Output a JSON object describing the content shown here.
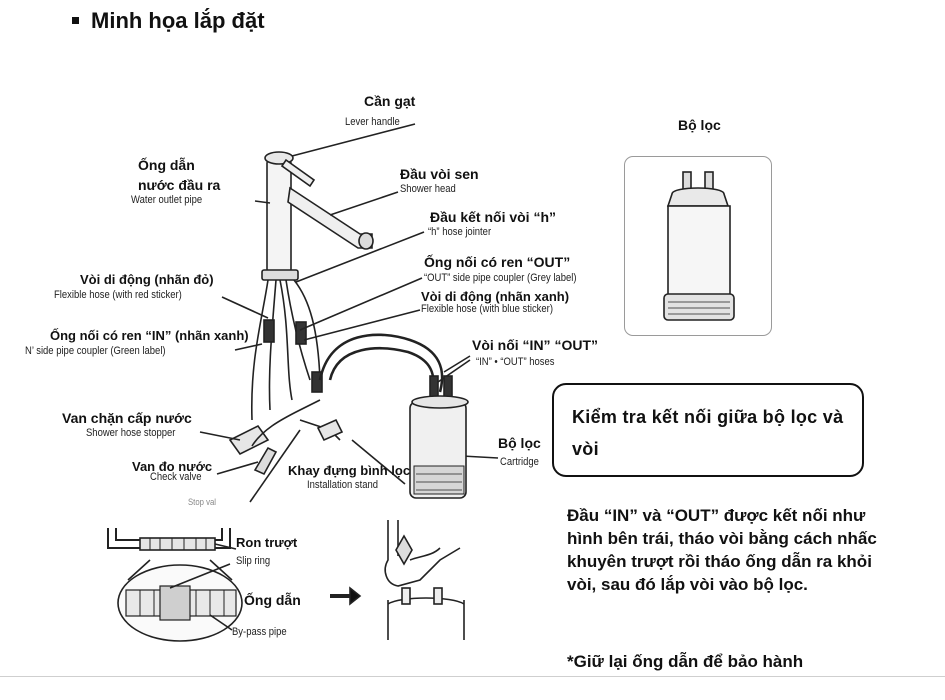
{
  "title": "Minh họa lắp đặt",
  "labels": {
    "lever_vn": "Cần gạt",
    "lever_en": "Lever handle",
    "outlet_vn_1": "Ống dẫn",
    "outlet_vn_2": "nước đầu ra",
    "outlet_en": "Water outlet pipe",
    "shower_vn": "Đầu vòi sen",
    "shower_en": "Shower head",
    "h_jointer_vn": "Đầu kết nối vòi “h”",
    "h_jointer_en": "“h” hose jointer",
    "out_coupler_vn": "Ống nối có ren “OUT”",
    "out_coupler_en": "“OUT” side pipe coupler (Grey label)",
    "red_hose_vn": "Vòi di động (nhãn đỏ)",
    "red_hose_en": "Flexible hose (with red sticker)",
    "blue_hose_vn": "Vòi di động (nhãn xanh)",
    "blue_hose_en": "Flexible hose (with blue sticker)",
    "in_coupler_vn": "Ống nối có ren “IN” (nhãn xanh)",
    "in_coupler_en": "N’ side pipe coupler (Green label)",
    "in_out_vn": "Vòi nối “IN” “OUT”",
    "in_out_en": "“IN” • “OUT” hoses",
    "stopper_vn": "Van chặn cấp nước",
    "stopper_en": "Shower hose stopper",
    "cartridge_vn": "Bộ lọc",
    "cartridge_en": "Cartridge",
    "check_valve_vn": "Van đo nước",
    "check_valve_en": "Check valve",
    "stand_vn": "Khay đựng bình lọc",
    "stand_en": "Installation stand",
    "slip_ring_vn": "Ron trượt",
    "slip_ring_en": "Slip ring",
    "bypass_vn": "Ống dẫn",
    "bypass_en": "By-pass pipe",
    "stop_partial": "Stop val"
  },
  "filter_panel": {
    "title": "Bộ lọc"
  },
  "callout": {
    "text": "Kiểm tra kết nối giữa bộ lọc và vòi"
  },
  "instructions": "Đầu “IN” và “OUT” được kết nối như hình bên trái, tháo vòi bằng cách nhấc khuyên trượt rồi tháo ống dẫn ra khỏi vòi, sau đó lắp vòi vào bộ lọc.",
  "note": "*Giữ lại ống dẫn để bảo hành"
}
